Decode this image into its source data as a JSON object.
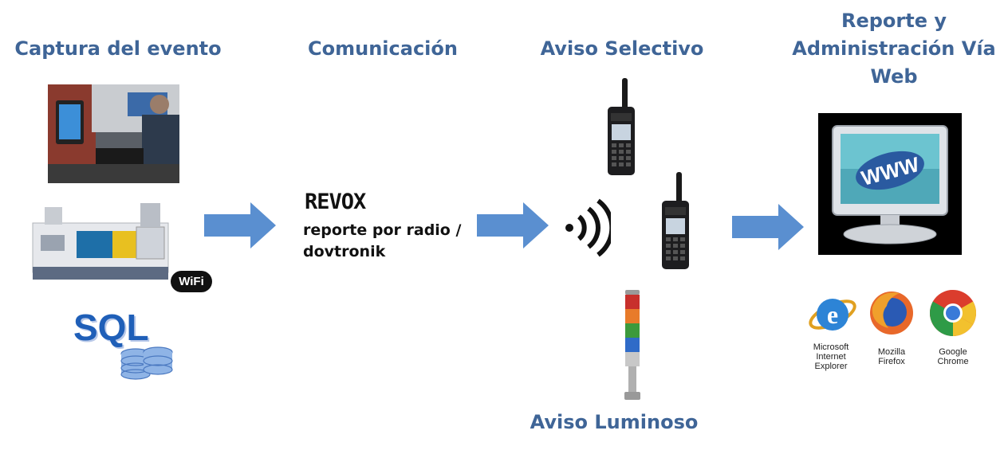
{
  "headings": {
    "capture": "Captura del evento",
    "communication": "Comunicación",
    "selective": "Aviso Selectivo",
    "report_lines": [
      "Reporte y",
      "Administración Vía",
      "Web"
    ],
    "luminous": "Aviso Luminoso"
  },
  "revox": {
    "title": "REVOX",
    "line1": "reporte por radio /",
    "line2": "dovtronik"
  },
  "capture_icons": {
    "wifi": "WiFi",
    "sql": "SQL"
  },
  "monitor": {
    "text": "WWW"
  },
  "browsers": [
    {
      "lines": [
        "Microsoft",
        "Internet",
        "Explorer"
      ]
    },
    {
      "lines": [
        "Mozilla",
        "Firefox"
      ]
    },
    {
      "lines": [
        "Google",
        "Chrome"
      ]
    }
  ],
  "colors": {
    "heading": "#3f6597",
    "arrow": "#5a8fd0"
  }
}
